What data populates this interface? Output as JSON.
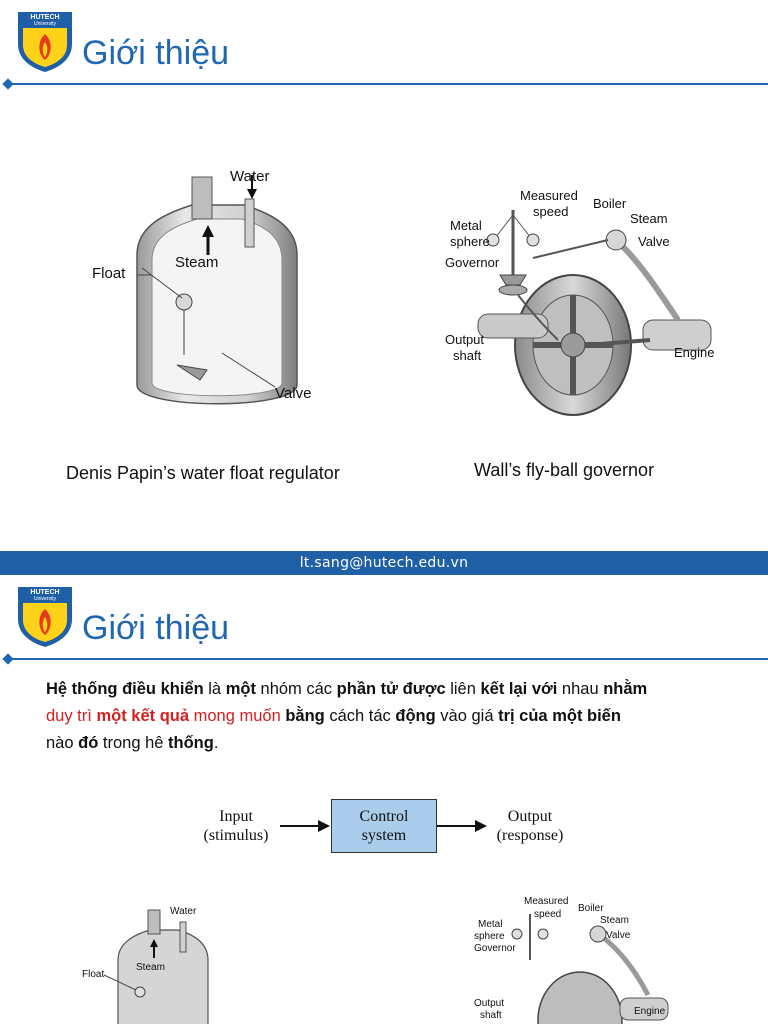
{
  "brand": {
    "logo_line1": "HUTECH",
    "logo_line2": "University"
  },
  "slide1": {
    "title": "Giới thiệu",
    "figure_left": {
      "labels": {
        "water": "Water",
        "steam": "Steam",
        "float": "Float",
        "valve": "Valve"
      },
      "caption": "Denis Papin’s water float regulator"
    },
    "figure_right": {
      "labels": {
        "measured_speed_1": "Measured",
        "measured_speed_2": "speed",
        "boiler": "Boiler",
        "steam": "Steam",
        "metal_sphere_1": "Metal",
        "metal_sphere_2": "sphere",
        "valve": "Valve",
        "governor": "Governor",
        "output_shaft_1": "Output",
        "output_shaft_2": "shaft",
        "engine": "Engine"
      },
      "caption": "Wall’s fly-ball governor"
    }
  },
  "footer": {
    "email": "lt.sang@hutech.edu.vn"
  },
  "slide2": {
    "title": "Giới thiệu",
    "paragraph": {
      "p1": "Hệ thống điều khiển",
      "p2": " là ",
      "p3": "một",
      "p4": " nhóm các ",
      "p5": "phần tử được",
      "p6": " liên ",
      "p7": "kết lại với",
      "p8": " nhau ",
      "p9": "nhằm",
      "p10": "duy trì ",
      "p11": "một kết quả",
      "p12": " mong muốn",
      "p13": " bằng",
      "p14": " cách tác ",
      "p15": "động",
      "p16": " vào giá ",
      "p17": "trị của một biến",
      "p18": "nào ",
      "p19": "đó",
      "p20": " trong hê ",
      "p21": "thống",
      "p22": "."
    },
    "block_diagram": {
      "input_line1": "Input",
      "input_line2": "(stimulus)",
      "box_line1": "Control",
      "box_line2": "system",
      "output_line1": "Output",
      "output_line2": "(response)"
    },
    "figure_left": {
      "labels": {
        "water": "Water",
        "steam": "Steam",
        "float": "Float"
      }
    },
    "figure_right": {
      "labels": {
        "measured_speed_1": "Measured",
        "measured_speed_2": "speed",
        "boiler": "Boiler",
        "steam": "Steam",
        "metal_sphere_1": "Metal",
        "metal_sphere_2": "sphere",
        "valve": "Valve",
        "governor": "Governor",
        "output_shaft_1": "Output",
        "output_shaft_2": "shaft",
        "engine": "Engine"
      }
    }
  },
  "colors": {
    "accent": "#1f67b3",
    "footer_bg": "#1f5fa6",
    "highlight_red": "#d41f1f",
    "box_fill": "#a9cdea"
  }
}
